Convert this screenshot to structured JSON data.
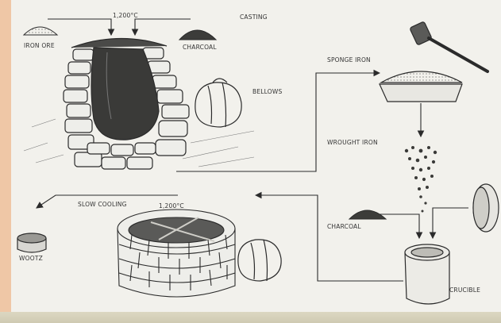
{
  "diagram": {
    "labels": {
      "temp_top": "1,200°C",
      "casting": "CASTING",
      "iron_ore": "IRON ORE",
      "charcoal_top": "CHARCOAL",
      "bellows": "BELLOWS",
      "sponge_iron": "SPONGE IRON",
      "wrought_iron": "WROUGHT IRON",
      "slow_cooling": "SLOW COOLING",
      "temp_bottom": "1,200°C",
      "charcoal_bottom": "CHARCOAL",
      "wootz": "WOOTZ",
      "crucible": "CRUCIBLE"
    },
    "colors": {
      "ink": "#2b2b2b",
      "paper": "#f2f1ec",
      "frame": "#f3d7c1"
    }
  }
}
